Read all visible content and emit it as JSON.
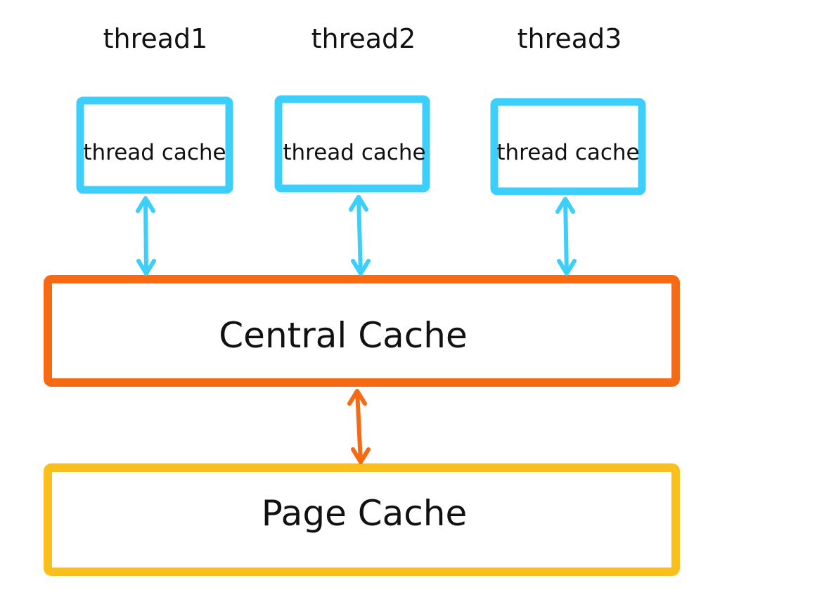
{
  "threads": [
    {
      "name": "thread1",
      "cache_label": "thread cache"
    },
    {
      "name": "thread2",
      "cache_label": "thread cache"
    },
    {
      "name": "thread3",
      "cache_label": "thread cache"
    }
  ],
  "central_cache": {
    "label": "Central Cache"
  },
  "page_cache": {
    "label": "Page Cache"
  },
  "colors": {
    "thread_cache": "#3ccffb",
    "central_cache": "#f76a13",
    "page_cache": "#fbbf1b",
    "text": "#111111"
  }
}
